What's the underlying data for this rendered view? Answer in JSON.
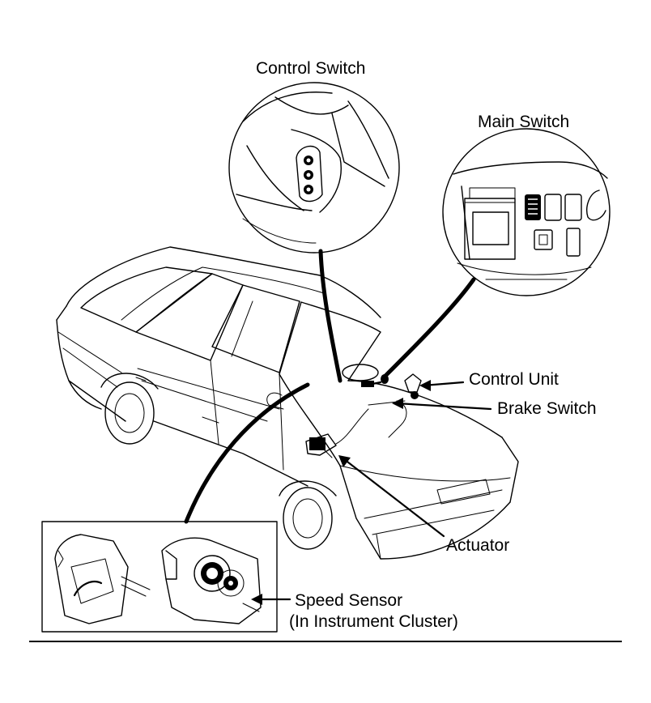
{
  "labels": {
    "control_switch": "Control Switch",
    "main_switch": "Main Switch",
    "control_unit": "Control Unit",
    "brake_switch": "Brake Switch",
    "actuator": "Actuator",
    "speed_sensor_line1": "Speed Sensor",
    "speed_sensor_line2": "(In Instrument Cluster)"
  },
  "colors": {
    "ink": "#000000",
    "paper": "#ffffff"
  }
}
